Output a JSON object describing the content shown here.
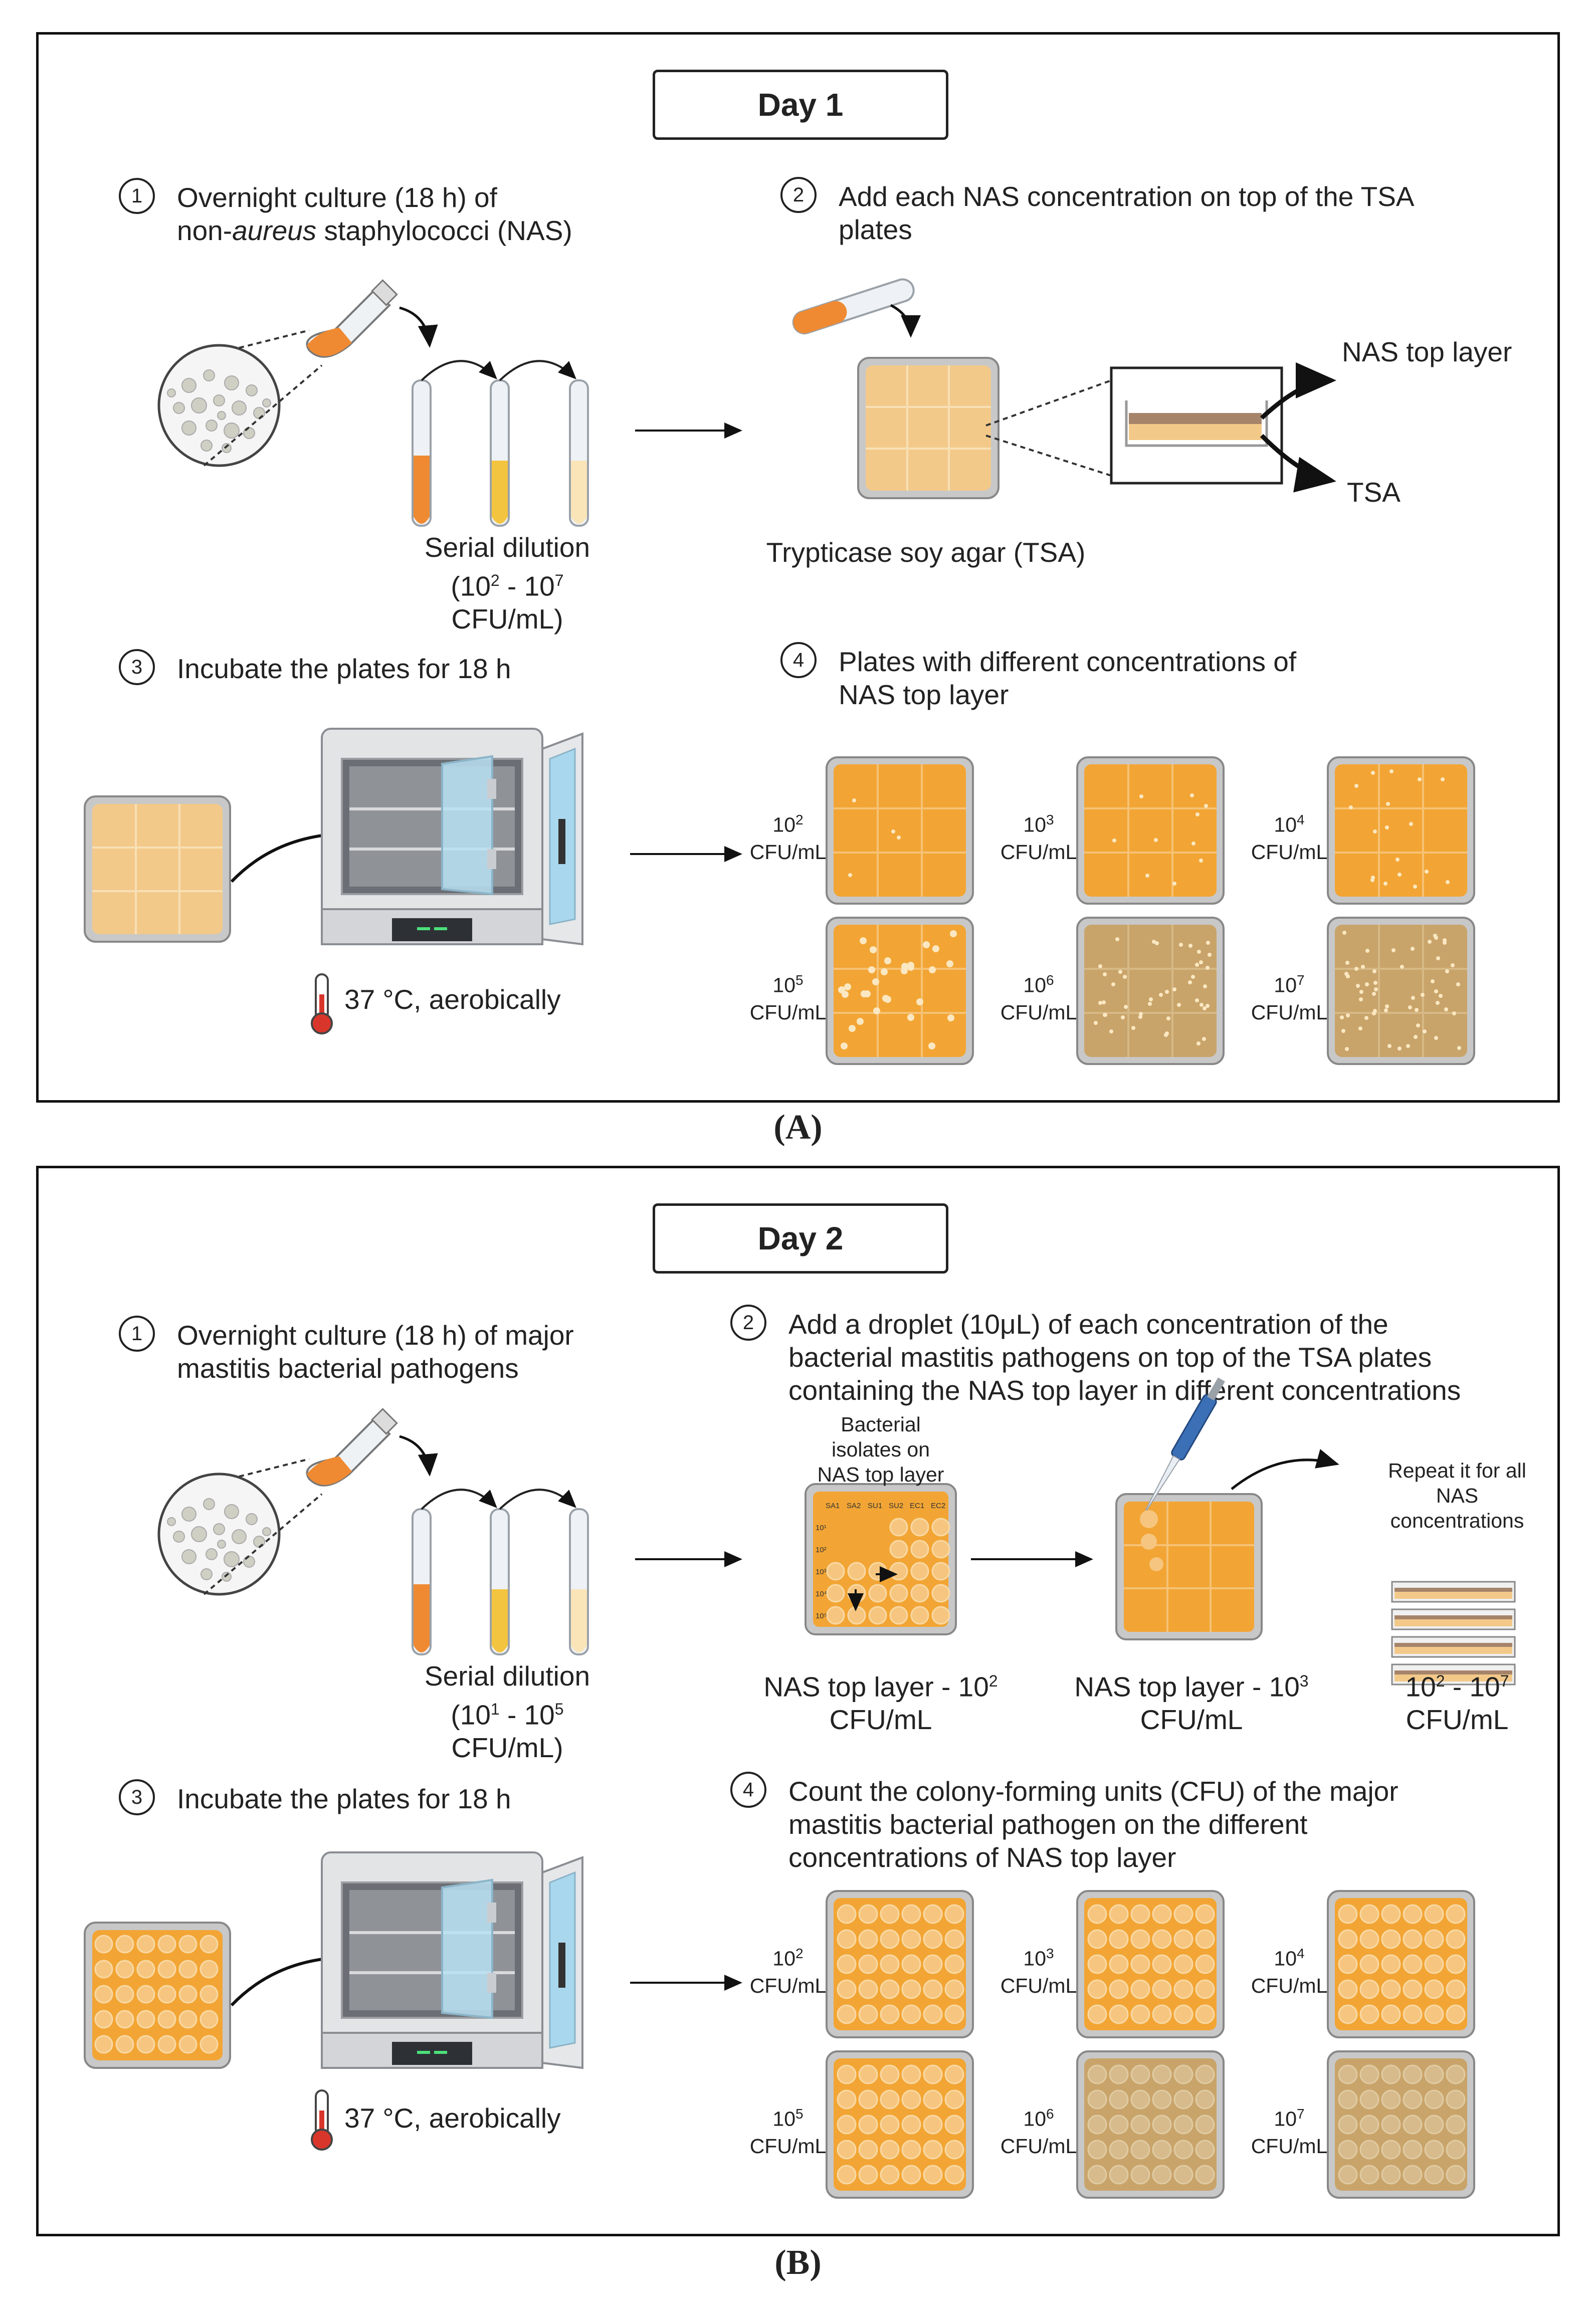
{
  "panel_a": {
    "caption": "(A)",
    "day_title": "Day 1",
    "step1": {
      "num": "1",
      "text_line1": "Overnight culture (18 h) of",
      "text_prefix": "non-",
      "text_italic": "aureus",
      "text_suffix": " staphylococci (NAS)"
    },
    "step2": {
      "num": "2",
      "text_line1": "Add each NAS concentration on top of the TSA",
      "text_line2": "plates"
    },
    "serial_dilution": "Serial dilution",
    "serial_range": {
      "open": "(10",
      "exp1": "2",
      "mid": " - 10",
      "exp2": "7",
      "close": " CFU/mL)"
    },
    "tsa_label": "Trypticase soy agar (TSA)",
    "nas_top_layer": "NAS top layer",
    "tsa_short": "TSA",
    "step3": {
      "num": "3",
      "text": "Incubate the plates for 18 h"
    },
    "step4": {
      "num": "4",
      "text_line1": "Plates with different concentrations of",
      "text_line2": "NAS top layer"
    },
    "incubation": "37 °C, aerobically",
    "plates": [
      {
        "base": "10",
        "exp": "2",
        "unit": "CFU/mL"
      },
      {
        "base": "10",
        "exp": "3",
        "unit": "CFU/mL"
      },
      {
        "base": "10",
        "exp": "4",
        "unit": "CFU/mL"
      },
      {
        "base": "10",
        "exp": "5",
        "unit": "CFU/mL"
      },
      {
        "base": "10",
        "exp": "6",
        "unit": "CFU/mL"
      },
      {
        "base": "10",
        "exp": "7",
        "unit": "CFU/mL"
      }
    ]
  },
  "panel_b": {
    "caption": "(B)",
    "day_title": "Day 2",
    "step1": {
      "num": "1",
      "text_line1": "Overnight culture (18 h) of major",
      "text_line2": "mastitis bacterial pathogens"
    },
    "step2": {
      "num": "2",
      "text_line1": "Add a droplet (10μL) of each concentration of the",
      "text_line2": "bacterial mastitis pathogens on top of the TSA plates",
      "text_line3": "containing the NAS top layer in different concentrations"
    },
    "serial_dilution": "Serial dilution",
    "serial_range": {
      "open": "(10",
      "exp1": "1",
      "mid": " - 10",
      "exp2": "5",
      "close": " CFU/mL)"
    },
    "bacterial_isolates": {
      "line1": "Bacterial",
      "line2": "isolates on",
      "line3": "NAS top layer"
    },
    "grid_headers": [
      "SA1",
      "SA2",
      "SU1",
      "SU2",
      "EC1",
      "EC2"
    ],
    "grid_rows": [
      "10¹",
      "10²",
      "10³",
      "10⁴",
      "10⁵"
    ],
    "nas_plate1": {
      "text": "NAS top layer - 10",
      "exp": "2",
      "unit": "CFU/mL"
    },
    "nas_plate2": {
      "text": "NAS top layer - 10",
      "exp": "3",
      "unit": "CFU/mL"
    },
    "repeat_note": {
      "line1": "Repeat it for all",
      "line2": "NAS",
      "line3": "concentrations"
    },
    "range_label": {
      "open": "10",
      "exp1": "2",
      "mid": " - 10",
      "exp2": "7",
      "unit": "CFU/mL"
    },
    "step3": {
      "num": "3",
      "text": "Incubate the plates for 18 h"
    },
    "step4": {
      "num": "4",
      "text_line1": "Count the colony-forming units (CFU) of the major",
      "text_line2": "mastitis bacterial pathogen on the different",
      "text_line3": "concentrations of NAS top layer"
    },
    "incubation": "37 °C, aerobically",
    "plates": [
      {
        "base": "10",
        "exp": "2",
        "unit": "CFU/mL"
      },
      {
        "base": "10",
        "exp": "3",
        "unit": "CFU/mL"
      },
      {
        "base": "10",
        "exp": "4",
        "unit": "CFU/mL"
      },
      {
        "base": "10",
        "exp": "5",
        "unit": "CFU/mL"
      },
      {
        "base": "10",
        "exp": "6",
        "unit": "CFU/mL"
      },
      {
        "base": "10",
        "exp": "7",
        "unit": "CFU/mL"
      }
    ]
  },
  "colors": {
    "agar_light": "#f3c98a",
    "agar_orange": "#f2a534",
    "agar_dark": "#c9a46a",
    "tube_dark": "#ef8a32",
    "tube_mid": "#f3c440",
    "tube_light": "#f9e5b8",
    "border": "#111111"
  }
}
